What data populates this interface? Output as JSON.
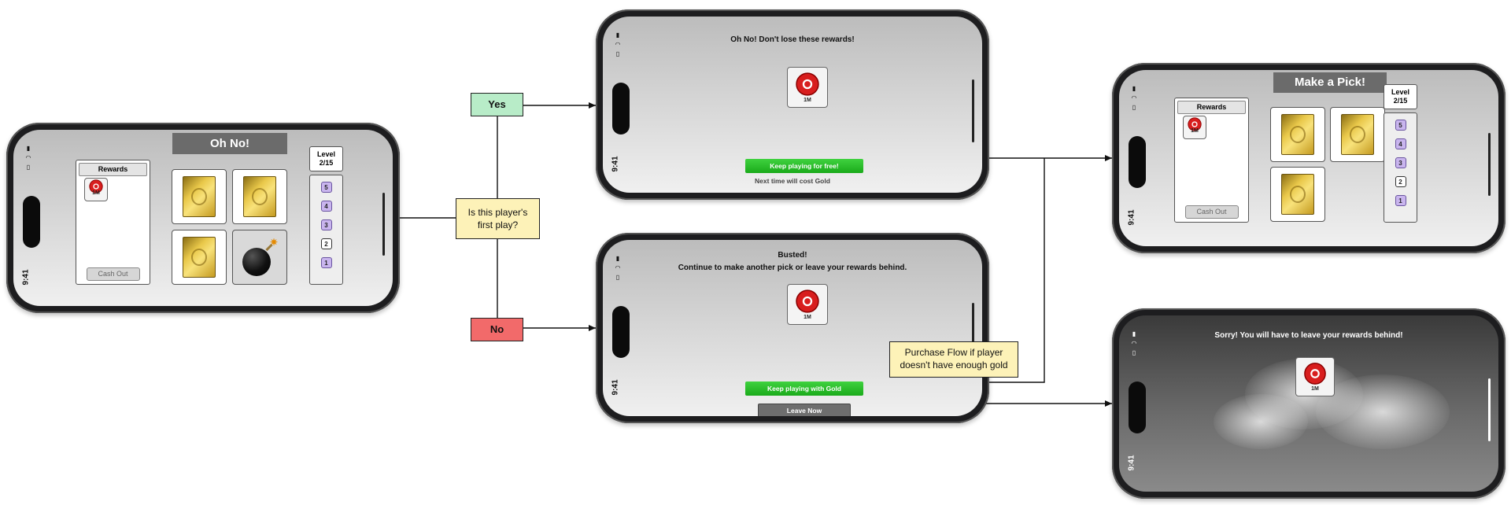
{
  "flow": {
    "decision": "Is this player's first play?",
    "yes": "Yes",
    "no": "No",
    "purchase_note": "Purchase Flow if player doesn't have enough gold"
  },
  "status": {
    "time": "9:41"
  },
  "reward_chip": {
    "label": "1M",
    "icon": "red-poker-chip-icon",
    "color": "#d81e1e"
  },
  "screen_oh_no": {
    "title": "Oh No!",
    "rewards_header": "Rewards",
    "cash_out": "Cash Out",
    "level_label": "Level",
    "level_value": "2/15",
    "ladder": [
      "5",
      "4",
      "3",
      "2",
      "1"
    ],
    "current_level": 2
  },
  "screen_yes": {
    "message": "Oh No! Don't lose these rewards!",
    "button": "Keep playing for free!",
    "note": "Next time will cost Gold"
  },
  "screen_no": {
    "title": "Busted!",
    "message": "Continue to make another pick or leave your rewards behind.",
    "button_gold": "Keep playing with Gold",
    "button_leave": "Leave Now"
  },
  "screen_pick": {
    "title": "Make a Pick!",
    "rewards_header": "Rewards",
    "cash_out": "Cash Out",
    "level_label": "Level",
    "level_value": "2/15",
    "ladder": [
      "5",
      "4",
      "3",
      "2",
      "1"
    ],
    "current_level": 2
  },
  "screen_sorry": {
    "message": "Sorry! You will have to leave your rewards behind!"
  },
  "colors": {
    "yes": "#b8ecc8",
    "no": "#f26a6a",
    "decision": "#fdf2b8",
    "green_button": "#22b722",
    "ladder_step": "#c9b5ee"
  }
}
